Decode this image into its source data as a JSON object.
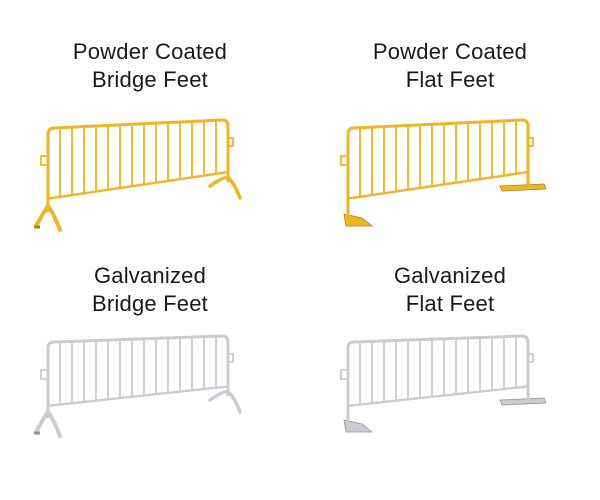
{
  "items": [
    {
      "title_line1": "Powder Coated",
      "title_line2": "Bridge Feet",
      "finish": "powder-coated",
      "feet": "bridge",
      "color": "#f2b51c"
    },
    {
      "title_line1": "Powder Coated",
      "title_line2": "Flat Feet",
      "finish": "powder-coated",
      "feet": "flat",
      "color": "#f2b51c"
    },
    {
      "title_line1": "Galvanized",
      "title_line2": "Bridge Feet",
      "finish": "galvanized",
      "feet": "bridge",
      "color": "#c9cdd2"
    },
    {
      "title_line1": "Galvanized",
      "title_line2": "Flat Feet",
      "finish": "galvanized",
      "feet": "flat",
      "color": "#c9cdd2"
    }
  ]
}
